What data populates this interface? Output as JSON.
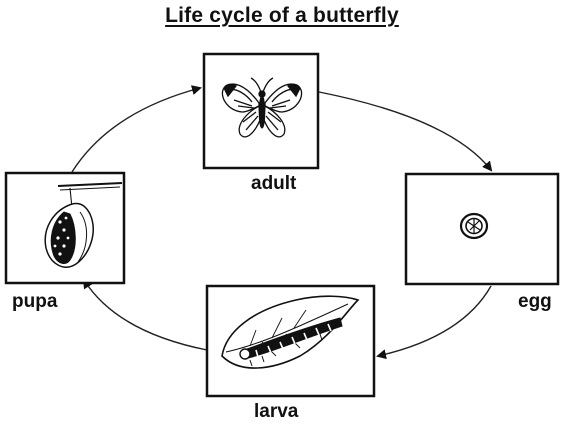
{
  "diagram": {
    "title": "Life cycle of a butterfly",
    "stages": {
      "adult": "adult",
      "egg": "egg",
      "larva": "larva",
      "pupa": "pupa"
    },
    "cycle_direction": "clockwise",
    "colors": {
      "ink": "#111111",
      "background": "#ffffff"
    }
  }
}
